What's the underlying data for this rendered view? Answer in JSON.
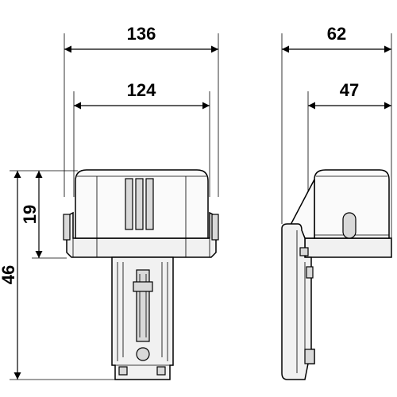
{
  "dimensions": {
    "front_overall_width": "136",
    "front_inner_width": "124",
    "side_overall_width": "62",
    "side_inner_width": "47",
    "total_height": "46",
    "housing_height": "19"
  }
}
